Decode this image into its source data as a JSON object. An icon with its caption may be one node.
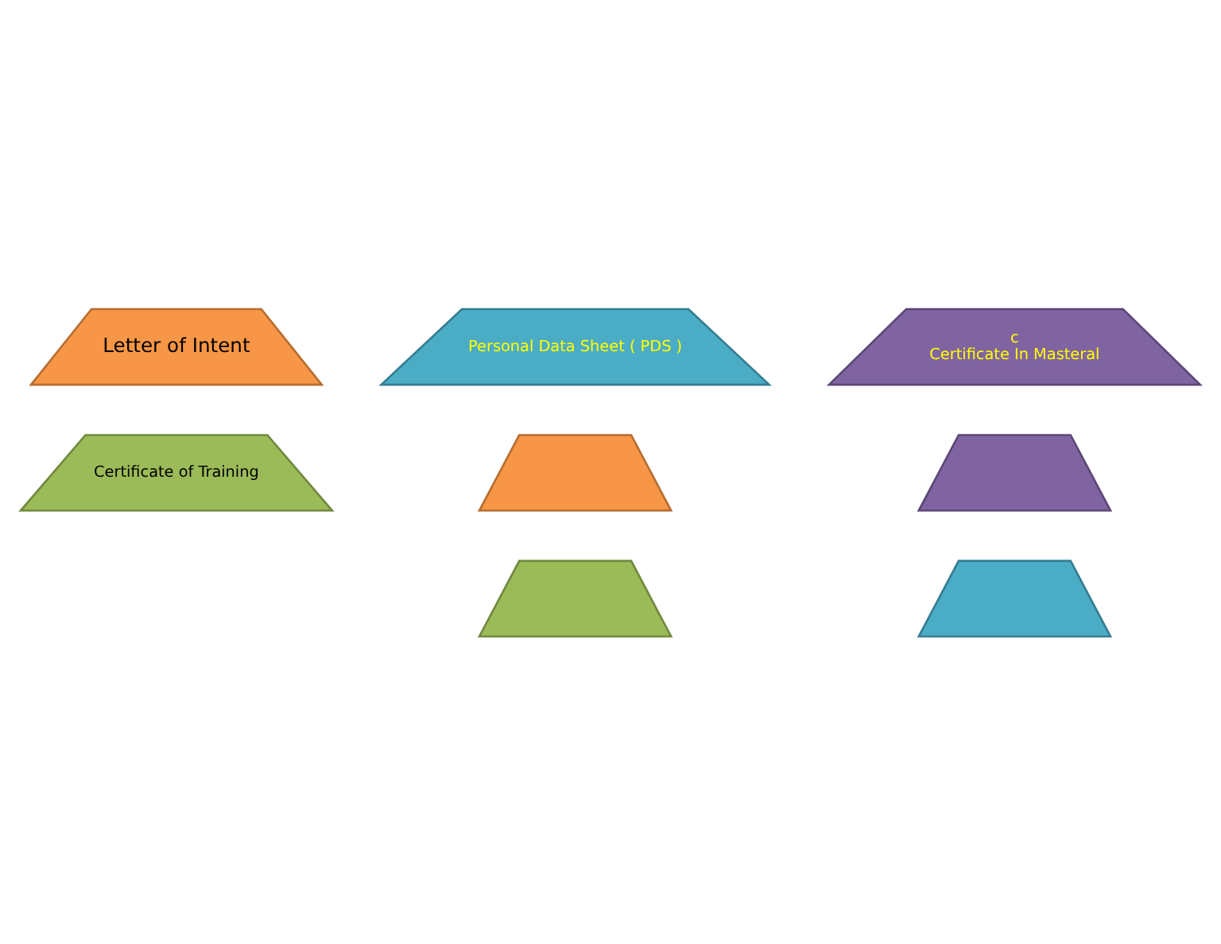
{
  "diagram": {
    "nodes": [
      {
        "text": [
          "Letter of Intent"
        ]
      },
      {
        "text": [
          "Personal Data Sheet ( PDS )"
        ]
      },
      {
        "text": [
          "c",
          "Certificate In Masteral"
        ]
      },
      {
        "text": [
          "Certificate of Training"
        ]
      },
      {
        "text": [],
        "shape": "trapezoid"
      },
      {
        "text": [],
        "shape": "trapezoid"
      },
      {
        "text": [],
        "shape": "trapezoid"
      },
      {
        "text": [],
        "shape": "trapezoid"
      }
    ],
    "edges": []
  }
}
